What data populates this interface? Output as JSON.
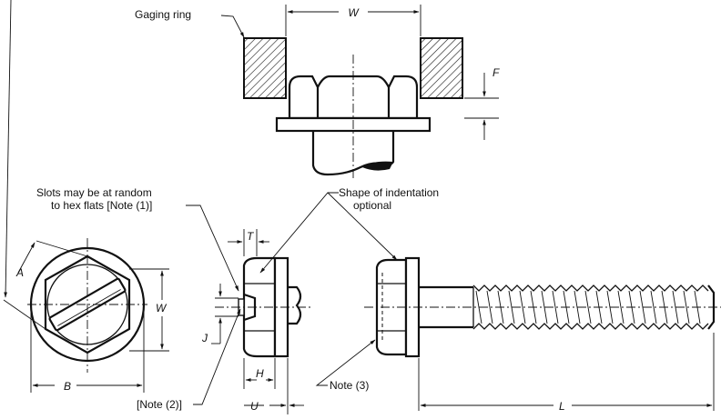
{
  "labels": {
    "gaging_ring": "Gaging ring",
    "slots_line1": "Slots may be at random",
    "slots_line2": "to hex flats [Note (1)]",
    "shape_line1": "Shape of indentation",
    "shape_line2": "optional",
    "note2": "[Note (2)]",
    "note3": "Note (3)"
  },
  "dimensions": {
    "W_top": "W",
    "F": "F",
    "A": "A",
    "W_front": "W",
    "B": "B",
    "T": "T",
    "J": "J",
    "H": "H",
    "U": "U",
    "L": "L"
  }
}
